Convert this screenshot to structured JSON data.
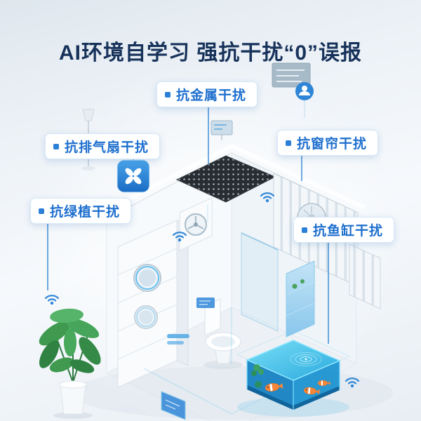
{
  "page": {
    "title": "AI环境自学习 强抗干扰“0”误报"
  },
  "callouts": [
    {
      "id": "metal",
      "label": "抗金属干扰"
    },
    {
      "id": "exhaust-fan",
      "label": "抗排气扇干扰"
    },
    {
      "id": "curtain",
      "label": "抗窗帘干扰"
    },
    {
      "id": "green-plant",
      "label": "抗绿植干扰"
    },
    {
      "id": "fish-tank",
      "label": "抗鱼缸干扰"
    }
  ],
  "icons": {
    "callout_bullet": "small blue square",
    "fan_icon": "white fan glyph on blue rounded square",
    "wifi_signal_icon": "blue radar signal arcs",
    "user_avatar_icon": "white person on blue circle",
    "tv_icon": "wall-mounted screen"
  },
  "colors": {
    "title_text": "#17325a",
    "callout_text": "#1e6fce",
    "callout_border": "#d6e7f8",
    "accent_blue": "#2f86d8",
    "hologram_cyan": "#8fd2f0",
    "water_blue": "#1d93d0",
    "fish_orange": "#f5863a",
    "plant_green": "#3f9a50",
    "vent_dark": "#272d32"
  }
}
